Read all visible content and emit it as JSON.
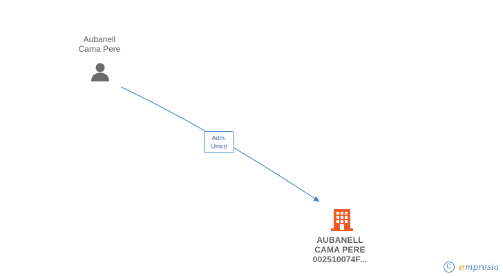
{
  "person": {
    "name_line1": "Aubanell",
    "name_line2": "Cama Pere",
    "icon": "person-icon"
  },
  "company": {
    "name_line1": "AUBANELL",
    "name_line2": "CAMA PERE",
    "name_line3": "002510074F...",
    "icon": "building-icon",
    "color": "#f05a28"
  },
  "relation": {
    "line1": "Adm.",
    "line2": "Unico",
    "color": "#4a86c8"
  },
  "watermark": {
    "symbol": "C",
    "brand_initial": "e",
    "brand_rest": "mpresia",
    "initial_color": "#e8a01b",
    "color": "#4a7fb3"
  }
}
